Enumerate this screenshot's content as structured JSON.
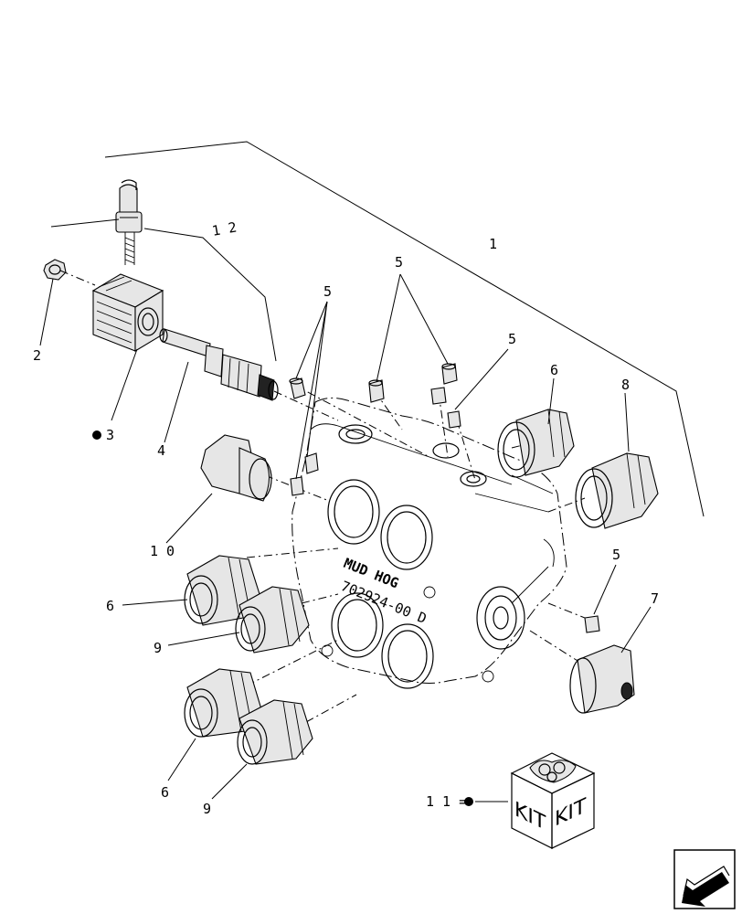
{
  "callouts": {
    "c1": "1",
    "c12": "1 2",
    "c2": "2",
    "c3": "3",
    "c4": "4",
    "c5a": "5",
    "c5b": "5",
    "c5c": "5",
    "c5d": "5",
    "c6a": "6",
    "c6b": "6",
    "c6c": "6",
    "c7": "7",
    "c8": "8",
    "c9a": "9",
    "c9b": "9",
    "c10": "1 0",
    "c11": "1 1 ="
  },
  "valve_marking": {
    "brand": "MUD HOG",
    "part_number": "702924-00 D"
  },
  "kit_box": {
    "left_face": "KIT",
    "right_face": "KIT"
  },
  "icons": {
    "kit_bullet": "filled-circle",
    "item3_bullet": "filled-circle",
    "nav": "arrow-bottom-left"
  }
}
